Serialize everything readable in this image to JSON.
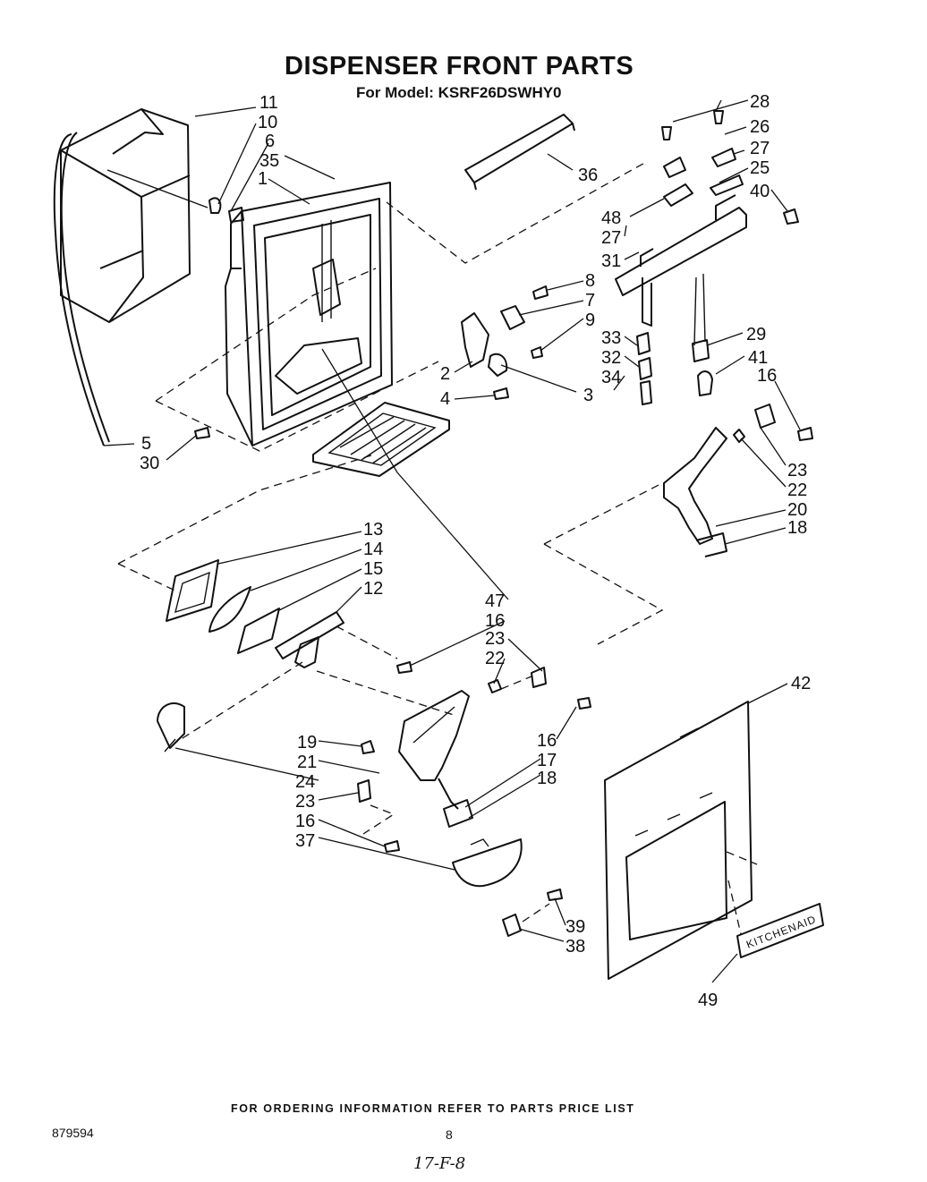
{
  "header": {
    "title": "DISPENSER FRONT PARTS",
    "subtitle": "For Model: KSRF26DSWHY0"
  },
  "footer": {
    "ordering_note": "FOR ORDERING INFORMATION REFER TO PARTS PRICE LIST",
    "doc_number": "879594",
    "page_number": "8",
    "handwritten_note": "17-F-8"
  },
  "diagram": {
    "brand_plate_text": "KITCHENAID",
    "callouts": [
      "11",
      "10",
      "6",
      "35",
      "1",
      "36",
      "28",
      "26",
      "27",
      "25",
      "48",
      "40",
      "27",
      "31",
      "8",
      "7",
      "9",
      "33",
      "32",
      "34",
      "2",
      "3",
      "4",
      "29",
      "41",
      "16",
      "5",
      "30",
      "23",
      "22",
      "20",
      "18",
      "13",
      "14",
      "15",
      "12",
      "47",
      "16",
      "23",
      "22",
      "42",
      "16",
      "17",
      "18",
      "19",
      "21",
      "24",
      "23",
      "16",
      "37",
      "39",
      "38",
      "49"
    ]
  }
}
